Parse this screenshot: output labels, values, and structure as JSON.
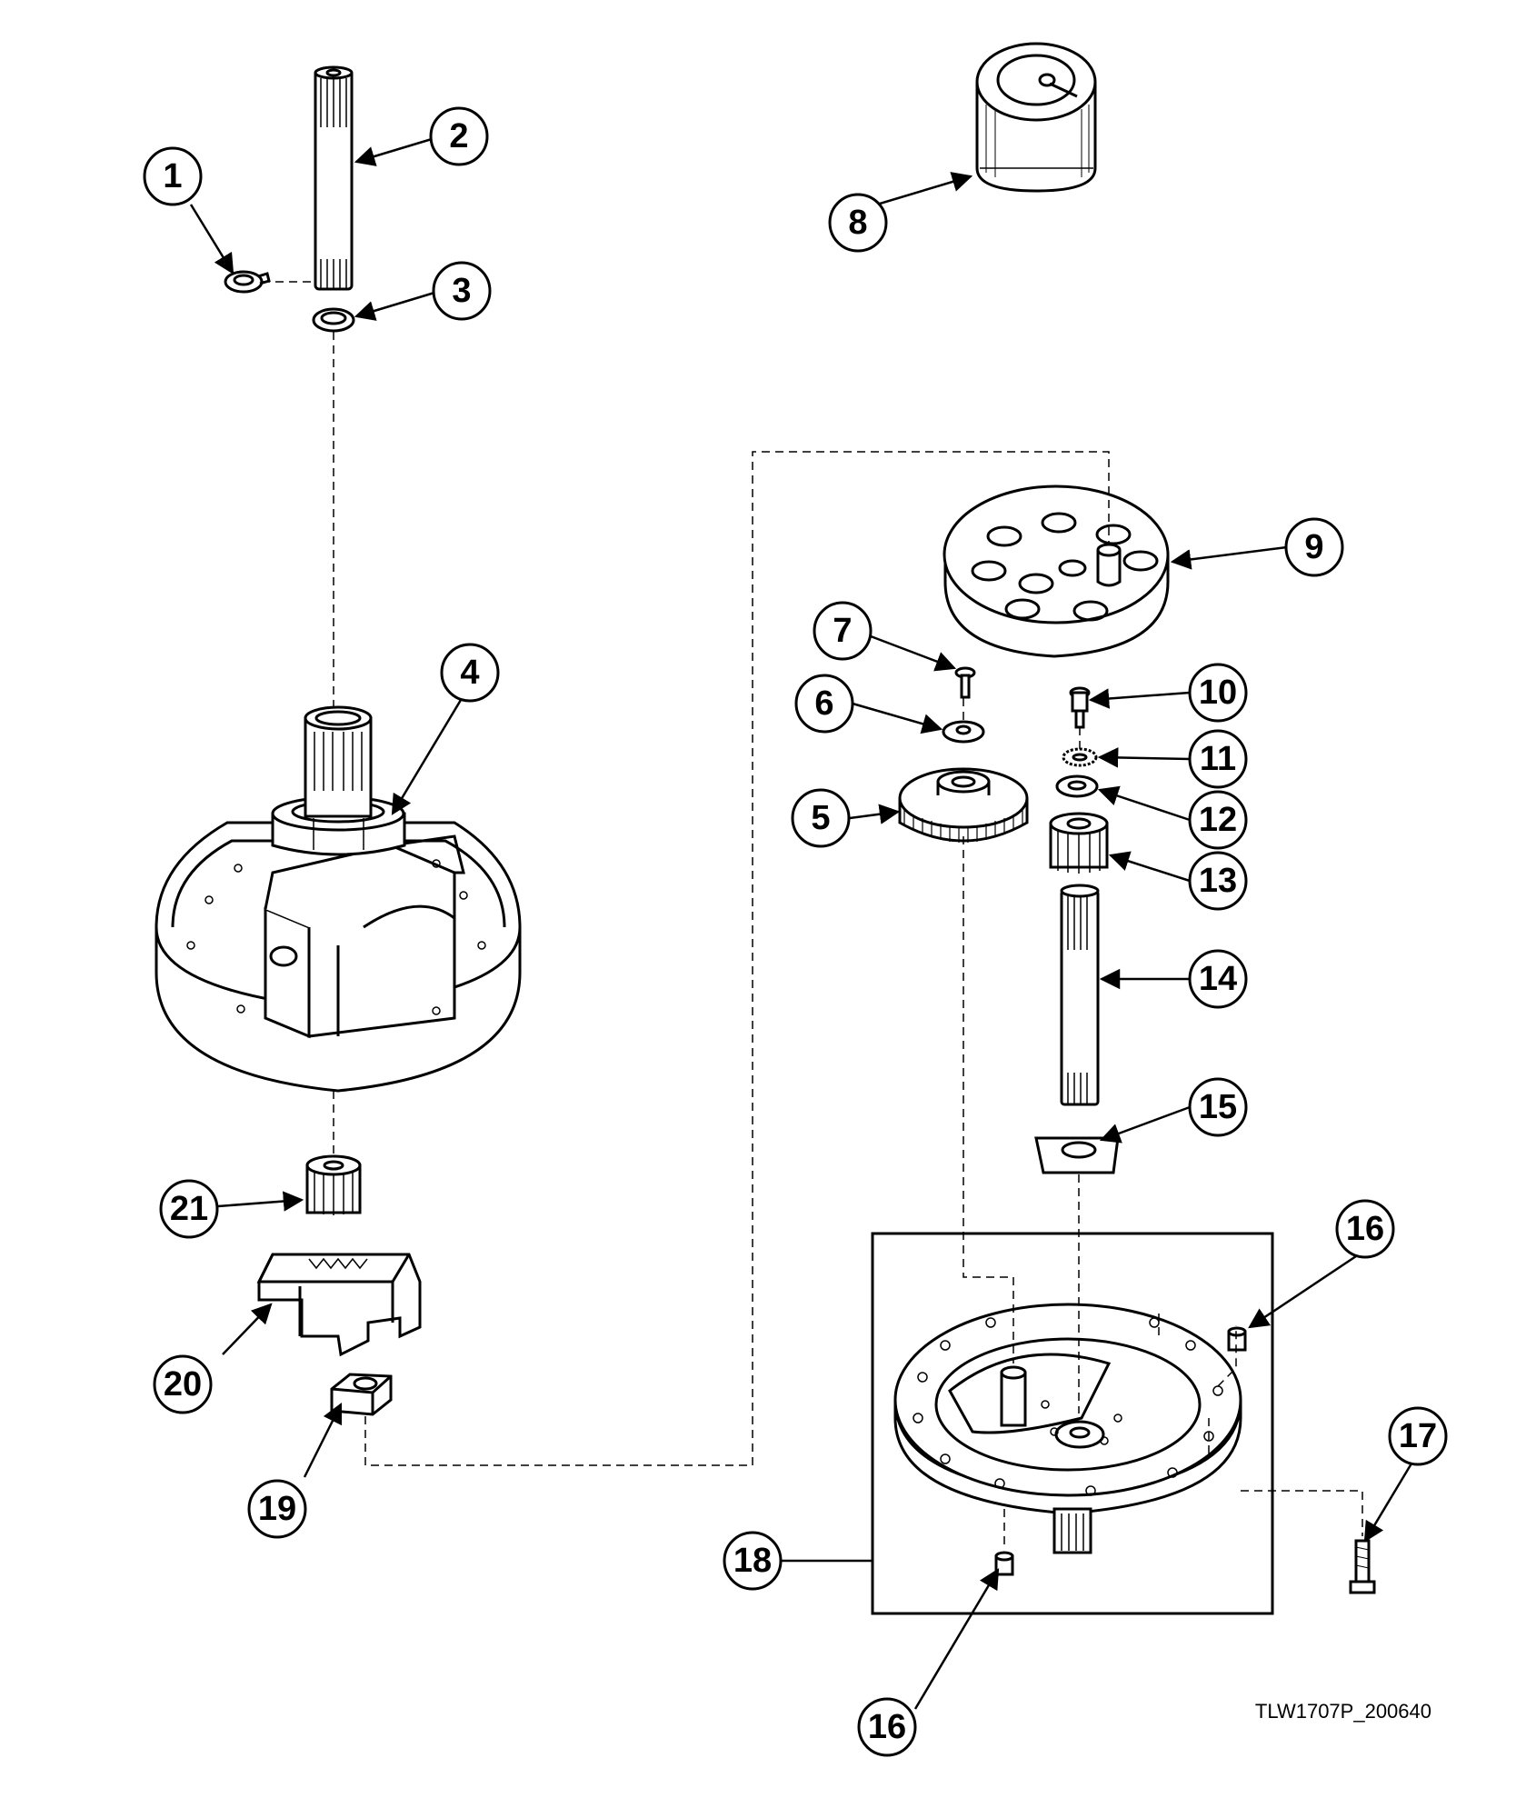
{
  "callouts": [
    {
      "label": "1"
    },
    {
      "label": "2"
    },
    {
      "label": "3"
    },
    {
      "label": "4"
    },
    {
      "label": "5"
    },
    {
      "label": "6"
    },
    {
      "label": "7"
    },
    {
      "label": "8"
    },
    {
      "label": "9"
    },
    {
      "label": "10"
    },
    {
      "label": "11"
    },
    {
      "label": "12"
    },
    {
      "label": "13"
    },
    {
      "label": "14"
    },
    {
      "label": "15"
    },
    {
      "label": "16"
    },
    {
      "label": "16"
    },
    {
      "label": "17"
    },
    {
      "label": "18"
    },
    {
      "label": "19"
    },
    {
      "label": "20"
    },
    {
      "label": "21"
    }
  ],
  "document_id": "TLW1707P_200640"
}
